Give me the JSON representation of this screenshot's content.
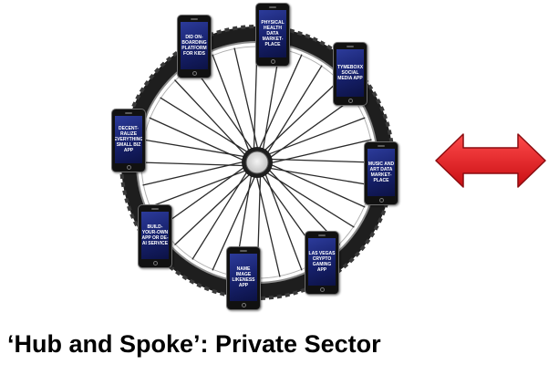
{
  "diagram": {
    "caption": "‘Hub and Spoke’: Private Sector",
    "hub_shape": "bicycle-wheel",
    "arrow": "double-headed-red-arrow",
    "colors": {
      "arrow_fill": "#e8161b",
      "arrow_stroke": "#8a0c10",
      "screen": "#1a2470",
      "phone_body": "#111111",
      "tire": "#1e1e1e"
    },
    "apps": [
      {
        "id": "physical-health",
        "label": "PHYSICAL HEALTH DATA MARKET-PLACE"
      },
      {
        "id": "tymeboxx",
        "label": "TYMEBOXX SOCIAL MEDIA APP"
      },
      {
        "id": "music-art",
        "label": "MUSIC AND ART DATA MARKET-PLACE"
      },
      {
        "id": "las-vegas",
        "label": "LAS VEGAS CRYPTO GAMING APP"
      },
      {
        "id": "name-image",
        "label": "NAME IMAGE LIKENESS APP"
      },
      {
        "id": "build-your-own",
        "label": "BUILD-YOUR-OWN APP OR DE-AI SERVICE"
      },
      {
        "id": "decentralize",
        "label": "DECENT-RALIZE EVERYTHING SMALL BIZ APP"
      },
      {
        "id": "did-onboarding",
        "label": "DID ON-BOARDING PLATFORM FOR KIDS"
      }
    ]
  }
}
